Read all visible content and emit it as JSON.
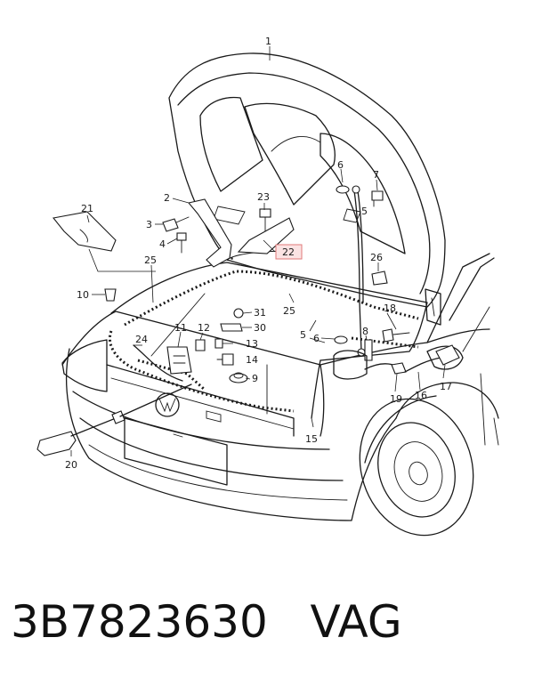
{
  "caption": {
    "part_number": "3B7823630",
    "brand": "VAG"
  },
  "callouts": {
    "c1": "1",
    "c2": "2",
    "c3": "3",
    "c4": "4",
    "c5a": "5",
    "c5b": "5",
    "c6a": "6",
    "c6b": "6",
    "c7": "7",
    "c8": "8",
    "c9": "9",
    "c10": "10",
    "c11": "11",
    "c12": "12",
    "c13": "13",
    "c14": "14",
    "c15": "15",
    "c16": "16",
    "c17": "17",
    "c18": "18",
    "c19": "19",
    "c20": "20",
    "c21": "21",
    "c22": "22",
    "c23": "23",
    "c24": "24",
    "c25a": "25",
    "c25b": "25",
    "c26": "26",
    "c30": "30",
    "c31": "31"
  },
  "highlight": {
    "callout": "22",
    "fill_color": "#fbe3e3",
    "border_color": "#e07a7a"
  }
}
